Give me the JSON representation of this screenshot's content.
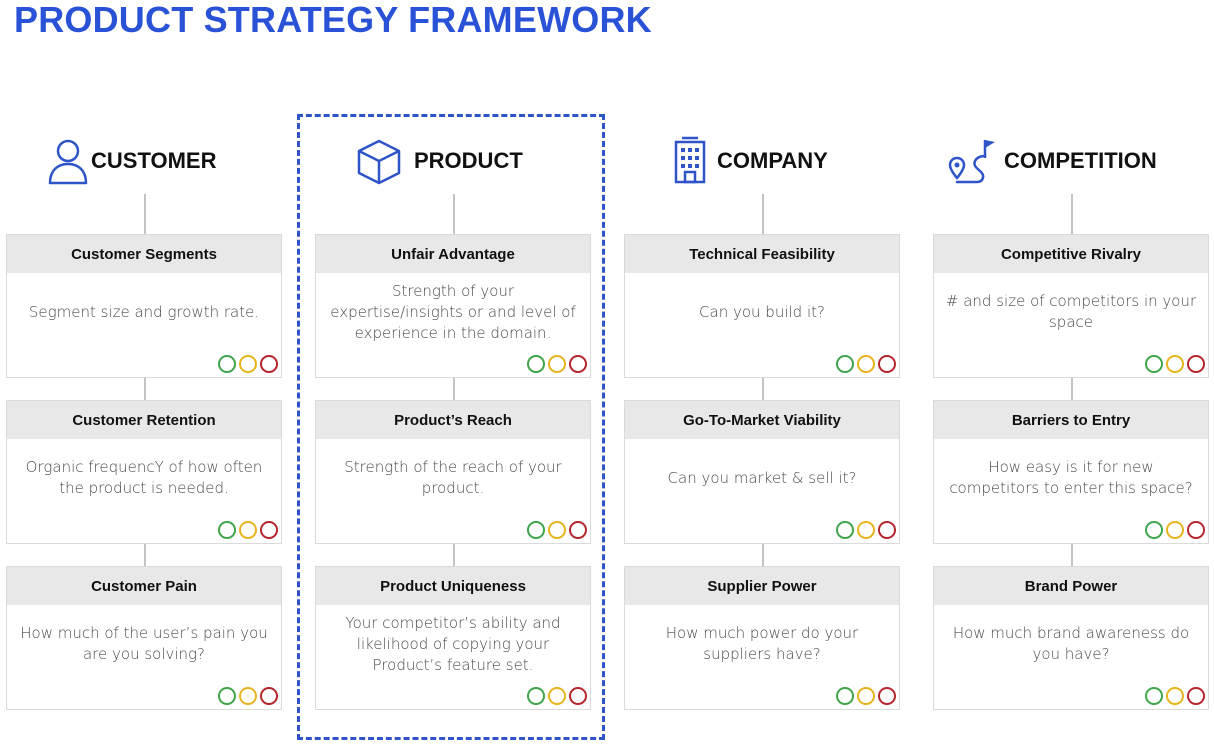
{
  "title": "PRODUCT STRATEGY FRAMEWORK",
  "colors": {
    "accent": "#2a52d6",
    "rating_green": "#3ea54a",
    "rating_yellow": "#e8b41e",
    "rating_red": "#b5252c"
  },
  "columns": [
    {
      "title": "CUSTOMER",
      "icon": "person-icon",
      "cards": [
        {
          "heading": "Customer Segments",
          "text": "Segment size and growth rate."
        },
        {
          "heading": "Customer Retention",
          "text": "Organic frequencY of how often the product is needed."
        },
        {
          "heading": "Customer Pain",
          "text": "How much of the user’s pain you are you solving?"
        }
      ]
    },
    {
      "title": "PRODUCT",
      "icon": "cube-icon",
      "cards": [
        {
          "heading": "Unfair Advantage",
          "text": "Strength of your expertise/insights or and level of experience in the domain."
        },
        {
          "heading": "Product’s Reach",
          "text": "Strength of the reach of your product."
        },
        {
          "heading": "Product Uniqueness",
          "text": "Your competitor’s ability and likelihood of copying your Product’s feature set."
        }
      ]
    },
    {
      "title": "COMPANY",
      "icon": "building-icon",
      "cards": [
        {
          "heading": "Technical Feasibility",
          "text": "Can you build it?"
        },
        {
          "heading": "Go-To-Market Viability",
          "text": "Can you market & sell it?"
        },
        {
          "heading": "Supplier Power",
          "text": "How much power do your suppliers have?"
        }
      ]
    },
    {
      "title": "COMPETITION",
      "icon": "route-flag-icon",
      "cards": [
        {
          "heading": "Competitive Rivalry",
          "text": "# and size of competitors in your space"
        },
        {
          "heading": "Barriers to Entry",
          "text": "How easy is it for new competitors to enter this space?"
        },
        {
          "heading": "Brand Power",
          "text": "How much brand awareness do you have?"
        }
      ]
    }
  ]
}
